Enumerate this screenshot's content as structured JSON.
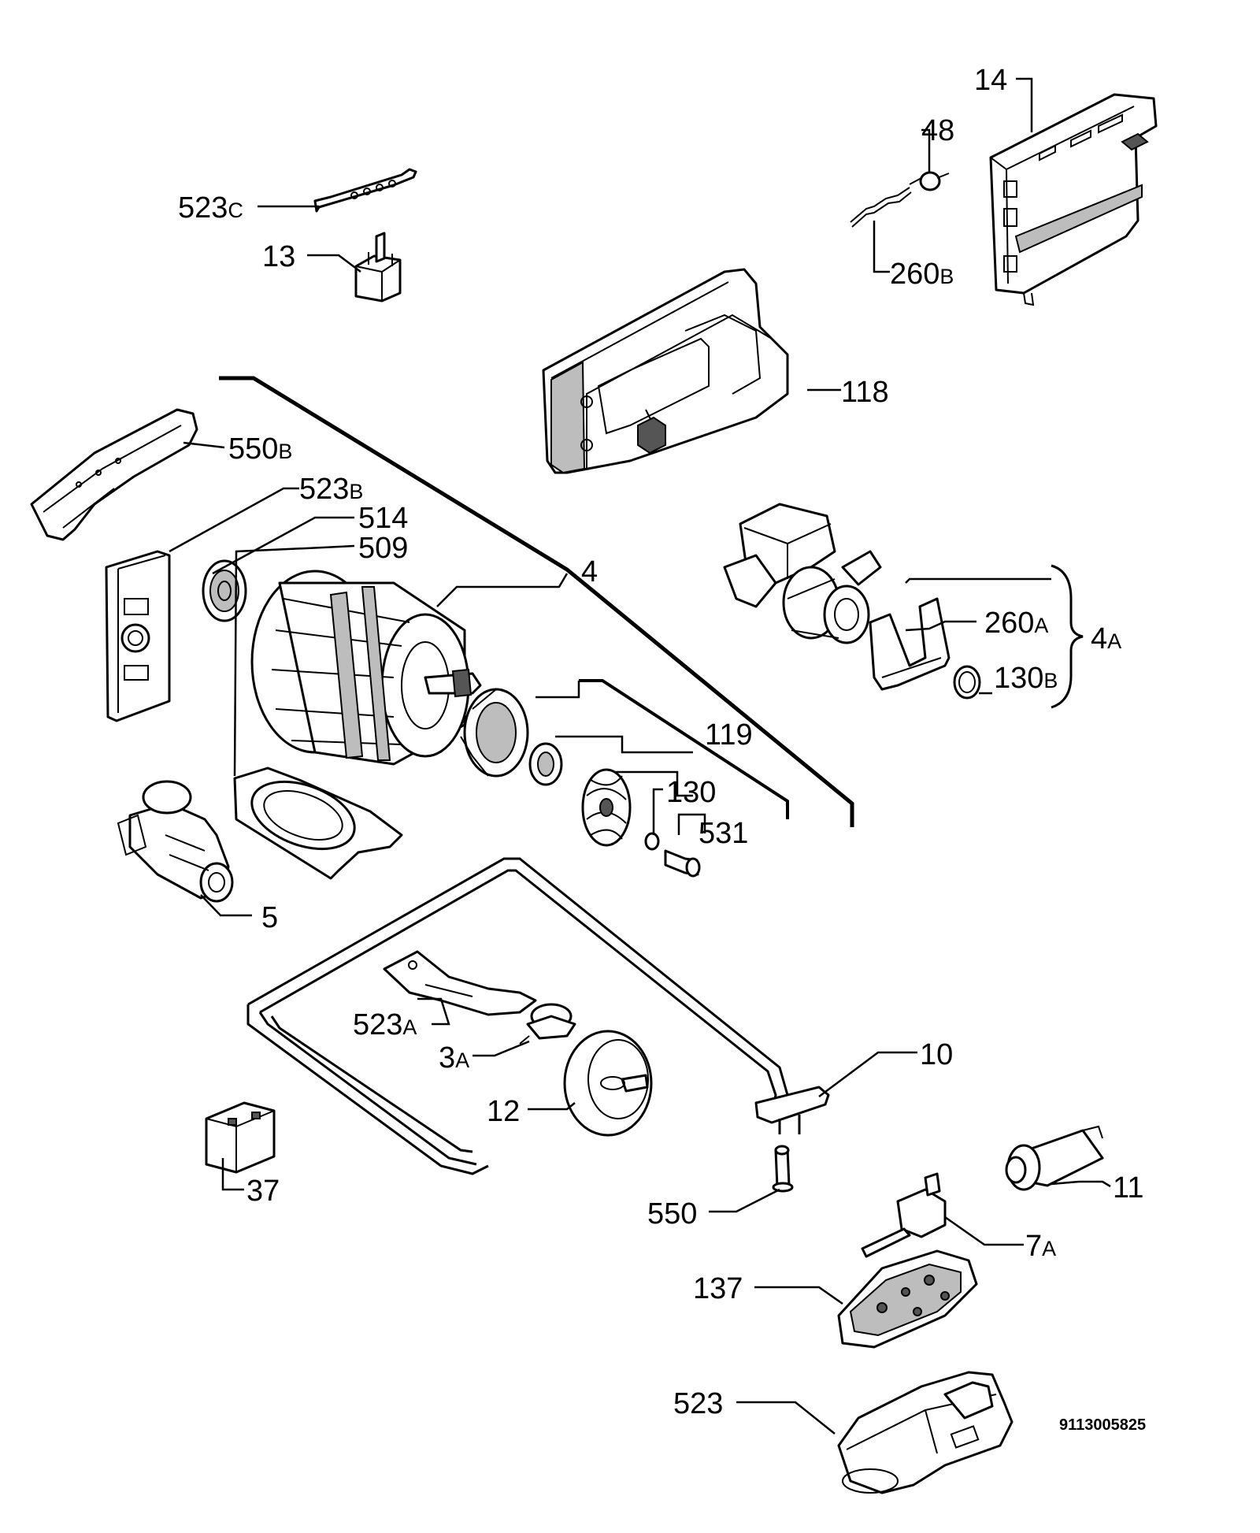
{
  "diagram": {
    "reference_number": "9113005825",
    "labels": {
      "l14": "14",
      "l48": "48",
      "l523c": "523",
      "l523c_suf": "C",
      "l13": "13",
      "l260b": "260",
      "l260b_suf": "B",
      "l118": "118",
      "l550b": "550",
      "l550b_suf": "B",
      "l523b": "523",
      "l523b_suf": "B",
      "l514": "514",
      "l509": "509",
      "l4": "4",
      "l260a": "260",
      "l260a_suf": "A",
      "l4a": "4",
      "l4a_suf": "A",
      "l130b": "130",
      "l130b_suf": "B",
      "l119": "119",
      "l130": "130",
      "l531": "531",
      "l5": "5",
      "l523a": "523",
      "l523a_suf": "A",
      "l3a": "3",
      "l3a_suf": "A",
      "l10": "10",
      "l12": "12",
      "l37": "37",
      "l550": "550",
      "l11": "11",
      "l7a": "7",
      "l7a_suf": "A",
      "l137": "137",
      "l523": "523"
    }
  }
}
